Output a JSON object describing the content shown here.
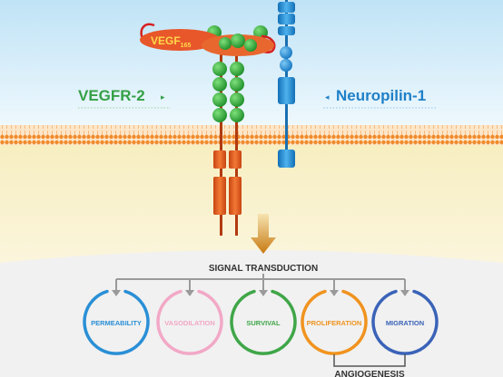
{
  "ligand": {
    "label_main": "VEGF",
    "label_sub": "165"
  },
  "receptors": {
    "vegfr2": {
      "label": "VEGFR-2",
      "arrow": "▸"
    },
    "neuropilin": {
      "label": "Neuropilin-1",
      "arrow": "◂"
    }
  },
  "signal": {
    "title": "SIGNAL TRANSDUCTION"
  },
  "outcomes": [
    {
      "label": "PERMEABILITY",
      "color": "#2a8fd6"
    },
    {
      "label": "VASODILATION",
      "color": "#f2a8c6"
    },
    {
      "label": "SURVIVAL",
      "color": "#3fa648"
    },
    {
      "label": "PROLIFERATION",
      "color": "#f0931e"
    },
    {
      "label": "MIGRATION",
      "color": "#3a63b8"
    }
  ],
  "angiogenesis": {
    "label": "ANGIOGENESIS"
  },
  "colors": {
    "sky_top": "#bfe3f6",
    "sky_bottom": "#eaf6fc",
    "cytoplasm": "#f8f0c8",
    "membrane": "#f08a2b",
    "green_domain": "#2fa838",
    "orange_kinase": "#e85f1e",
    "blue_domain": "#1f8fd8",
    "label_green": "#35a046",
    "label_blue": "#1f80c8"
  }
}
